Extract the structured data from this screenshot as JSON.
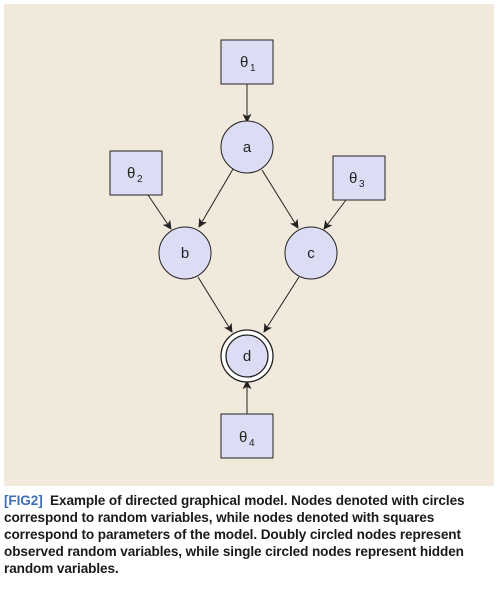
{
  "figure": {
    "nodes": {
      "theta1": {
        "symbol": "θ",
        "sub": "1"
      },
      "theta2": {
        "symbol": "θ",
        "sub": "2"
      },
      "theta3": {
        "symbol": "θ",
        "sub": "3"
      },
      "theta4": {
        "symbol": "θ",
        "sub": "4"
      },
      "a": {
        "label": "a"
      },
      "b": {
        "label": "b"
      },
      "c": {
        "label": "c"
      },
      "d": {
        "label": "d"
      }
    },
    "colors": {
      "background": "#f1e9db",
      "node_fill": "#dcdcf4",
      "stroke": "#222222",
      "caption_tag": "#3f6fb5"
    }
  },
  "caption": {
    "tag": "[FIG2]",
    "text": "Example of directed graphical model. Nodes denoted with circles correspond to random variables, while nodes denoted with squares correspond to parameters of the model. Doubly circled nodes represent observed random variables, while single circled nodes represent hidden random variables."
  }
}
